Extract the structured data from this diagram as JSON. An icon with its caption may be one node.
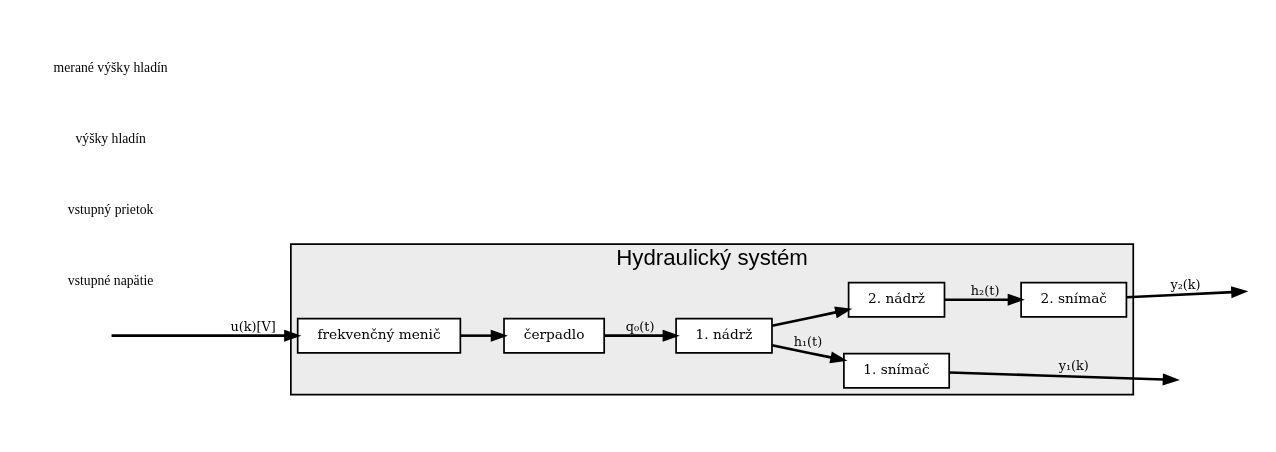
{
  "diagram": {
    "nodes": [
      {
        "text": [
          "Hydraulický systém"
        ]
      },
      {
        "text": [
          "čerpadlo"
        ],
        "in": 0
      },
      {
        "text": [
          "frekvenčný menič"
        ],
        "in": 0
      },
      {
        "text": [
          "1. nádrž"
        ],
        "in": 0
      },
      {
        "text": [
          "2. nádrž"
        ],
        "in": 0
      },
      {
        "text": [
          "1. snímač"
        ],
        "in": 0
      },
      {
        "text": [
          "2. snímač"
        ],
        "in": 0
      }
    ],
    "edges": [
      {
        "from": null,
        "to": 2,
        "arrow": "to",
        "label": "u(k)[V]"
      },
      {
        "from": 2,
        "to": 1,
        "arrow": "to"
      },
      {
        "from": 1,
        "to": 3,
        "arrow": "to",
        "label": "q₀(t)"
      },
      {
        "from": 3,
        "to": 4,
        "arrow": "to"
      },
      {
        "from": 3,
        "to": 5,
        "arrow": "to",
        "label": "h₁(t)"
      },
      {
        "from": 4,
        "to": 6,
        "arrow": "to",
        "label": "h₂(t)"
      },
      {
        "from": 5,
        "to": null,
        "arrow": "to",
        "label": "y₁(k)"
      },
      {
        "from": 6,
        "to": null,
        "arrow": "to",
        "label": "y₂(k)"
      }
    ],
    "labels": [
      "vstupné napätie",
      "vstupný prietok",
      "výšky hladín",
      "merané výšky hladín"
    ]
  }
}
